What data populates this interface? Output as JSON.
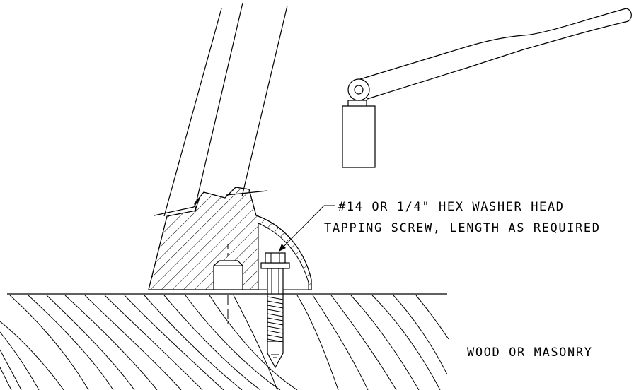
{
  "callouts": {
    "screw_line1": "#14 OR 1/4\" HEX WASHER HEAD",
    "screw_line2": "TAPPING SCREW, LENGTH AS REQUIRED",
    "substrate": "WOOD OR MASONRY"
  },
  "colors": {
    "line": "#000000",
    "background": "#ffffff"
  }
}
